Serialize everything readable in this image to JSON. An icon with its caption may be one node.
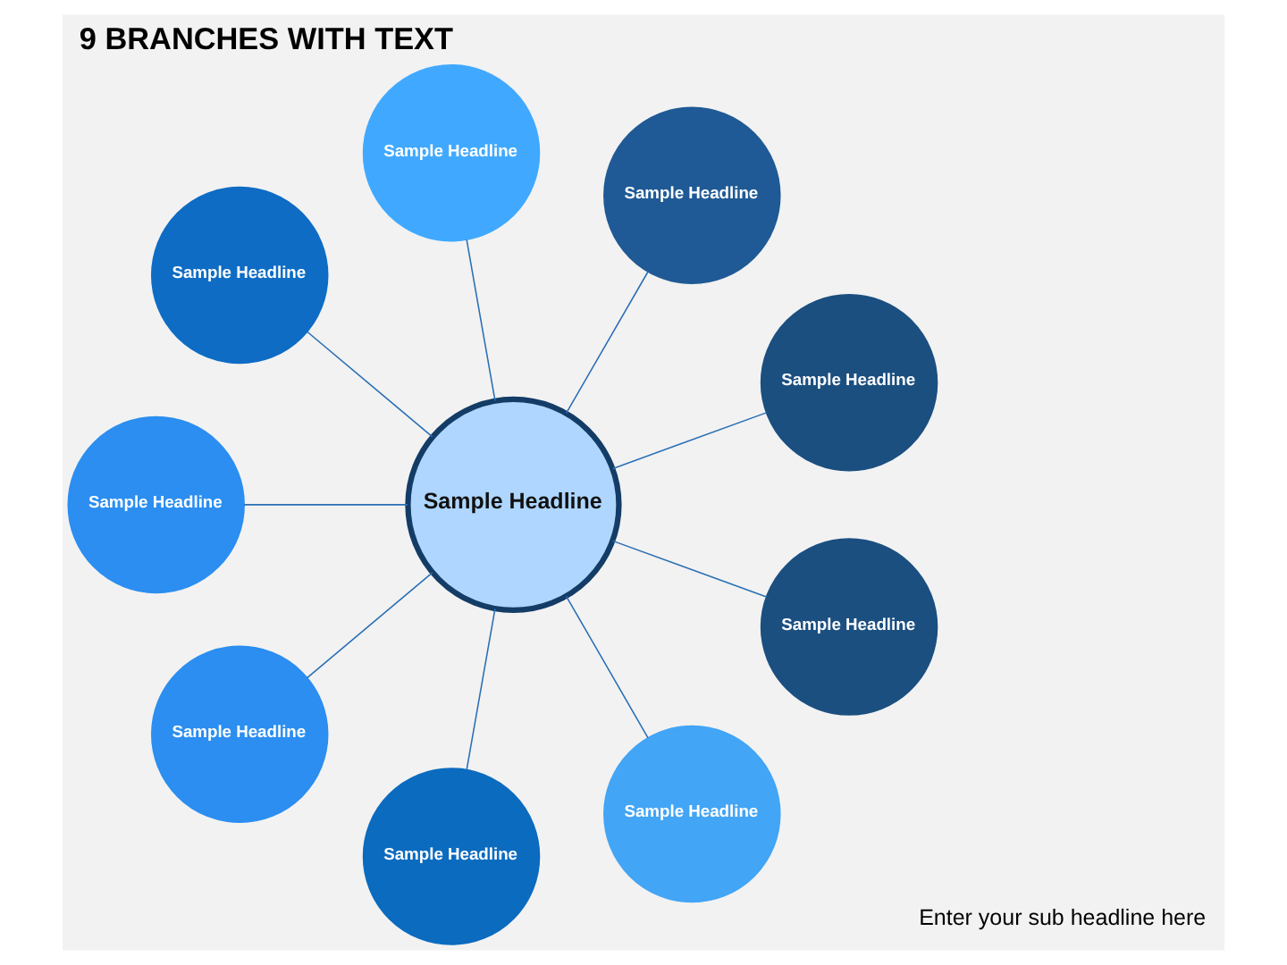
{
  "diagram": {
    "title": "9 BRANCHES WITH TEXT",
    "nodes": [
      {
        "text": [
          "Sample Headline"
        ]
      },
      {
        "text": [
          "Sample Headline"
        ]
      },
      {
        "text": [
          "Sample Headline"
        ]
      },
      {
        "text": [
          "Sample Headline"
        ]
      },
      {
        "text": [
          "Sample Headline"
        ]
      },
      {
        "text": [
          "Sample Headline"
        ]
      },
      {
        "text": [
          "Sample Headline"
        ]
      },
      {
        "text": [
          "Sample Headline"
        ]
      },
      {
        "text": [
          "Sample Headline"
        ]
      },
      {
        "text": [
          "Sample Headline"
        ]
      }
    ],
    "edges": [
      {
        "from": 0,
        "to": 1,
        "arrow": "none"
      },
      {
        "from": 0,
        "to": 3,
        "arrow": "none"
      },
      {
        "from": 0,
        "to": 5,
        "arrow": "none"
      },
      {
        "from": 0,
        "to": 7,
        "arrow": "none"
      },
      {
        "from": 0,
        "to": 9,
        "arrow": "none"
      },
      {
        "from": 0,
        "to": 8,
        "arrow": "none"
      },
      {
        "from": 0,
        "to": 6,
        "arrow": "none"
      },
      {
        "from": 0,
        "to": 4,
        "arrow": "none"
      },
      {
        "from": 0,
        "to": 2,
        "arrow": "none"
      }
    ],
    "labels": [
      "Enter your sub headline here"
    ]
  }
}
